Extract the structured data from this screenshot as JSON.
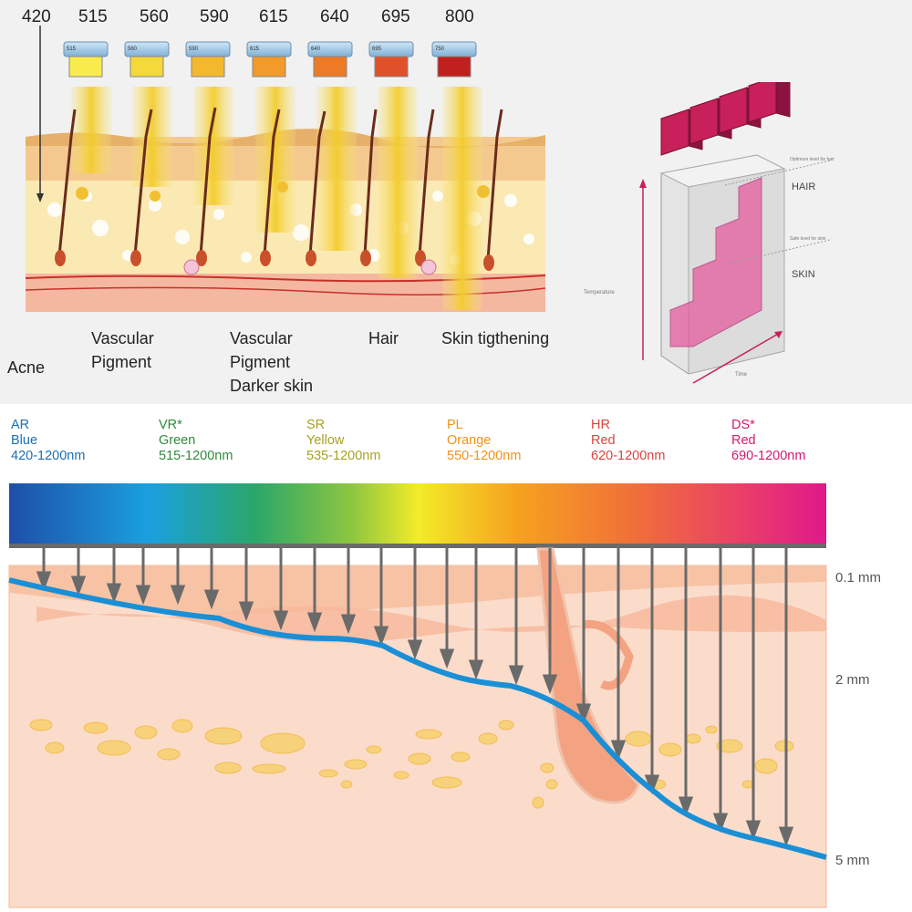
{
  "wavelengths": [
    "420",
    "515",
    "560",
    "590",
    "615",
    "640",
    "695",
    "800"
  ],
  "filter_tags": [
    "515",
    "560",
    "590",
    "615",
    "640",
    "695",
    "750"
  ],
  "treatments": {
    "acne": "Acne",
    "vascular_pigment": [
      "Vascular",
      "Pigment"
    ],
    "vascular_pigment_darker": [
      "Vascular",
      "Pigment",
      "Darker skin"
    ],
    "hair": "Hair",
    "skin_tightening": "Skin tigthening"
  },
  "thermal_diagram": {
    "hair_label": "HAIR",
    "skin_label": "SKIN",
    "optimum_note": "Optimum level for hair",
    "safe_note": "Safe level for skin",
    "y_axis": "Temperature",
    "x_axis": "Time"
  },
  "filters": [
    {
      "code": "AR",
      "color_name": "Blue",
      "range": "420-1200nm",
      "color": "#1a6fb5"
    },
    {
      "code": "VR*",
      "color_name": "Green",
      "range": "515-1200nm",
      "color": "#2e8b3a"
    },
    {
      "code": "SR",
      "color_name": "Yellow",
      "range": "535-1200nm",
      "color": "#a8a020"
    },
    {
      "code": "PL",
      "color_name": "Orange",
      "range": "550-1200nm",
      "color": "#f2911b"
    },
    {
      "code": "HR",
      "color_name": "Red",
      "range": "620-1200nm",
      "color": "#d9453f"
    },
    {
      "code": "DS*",
      "color_name": "Red",
      "range": "690-1200nm",
      "color": "#d6186f"
    }
  ],
  "depths": [
    "0.1 mm",
    "2 mm",
    "5 mm"
  ],
  "colors": {
    "panel_bg": "#f1f1f1",
    "skin": "#fbdccb",
    "skin_top": "#f7c3a4",
    "fat_dot": "#f7d27a",
    "penetration_line": "#1a8fd6",
    "arrow": "#6a6a6a"
  }
}
